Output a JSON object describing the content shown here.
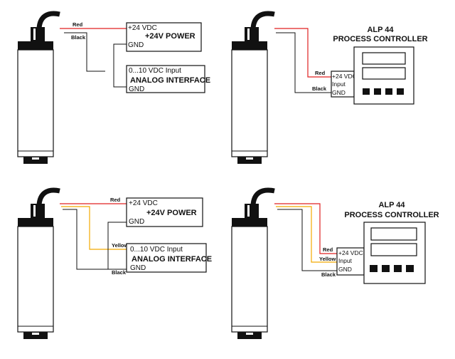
{
  "colors": {
    "red": "#e02020",
    "yellow": "#f2a900",
    "black": "#111111"
  },
  "wire_labels": {
    "red": "Red",
    "black": "Black",
    "yellow": "Yellow"
  },
  "power_box": {
    "line1": "+24 VDC",
    "title": "+24V POWER",
    "gnd": "GND"
  },
  "analog_box": {
    "line1": "0...10 VDC Input",
    "title": "ANALOG INTERFACE",
    "gnd": "GND"
  },
  "controller": {
    "title1": "ALP 44",
    "title2": "PROCESS CONTROLLER",
    "term1": "+24 VDC",
    "term2": "Input",
    "term3": "GND"
  },
  "icons": [
    "pressure-sensor-icon",
    "process-controller-icon"
  ]
}
